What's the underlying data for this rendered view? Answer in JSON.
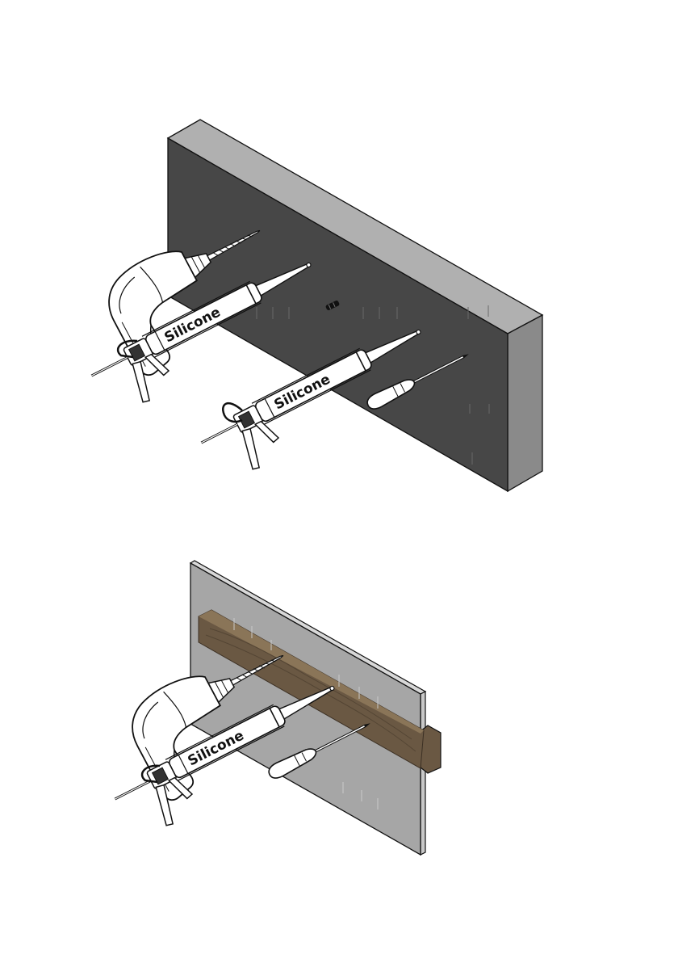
{
  "figure": {
    "cartridge_label": "Silicone",
    "steps": [
      {
        "scene": "solid-masonry-wall",
        "wall_color": "#474747",
        "wall_top_color": "#b0b0b0",
        "wall_side_color": "#8a8a8a",
        "tools": [
          "drill",
          "silicone-caulking-gun",
          "wall-plug",
          "silicone-caulking-gun",
          "screwdriver"
        ]
      },
      {
        "scene": "plasterboard-wall-with-timber-stud",
        "panel_color": "#a6a6a6",
        "batten_color": "#6a5843",
        "tools": [
          "drill",
          "silicone-caulking-gun",
          "screwdriver"
        ]
      }
    ]
  }
}
